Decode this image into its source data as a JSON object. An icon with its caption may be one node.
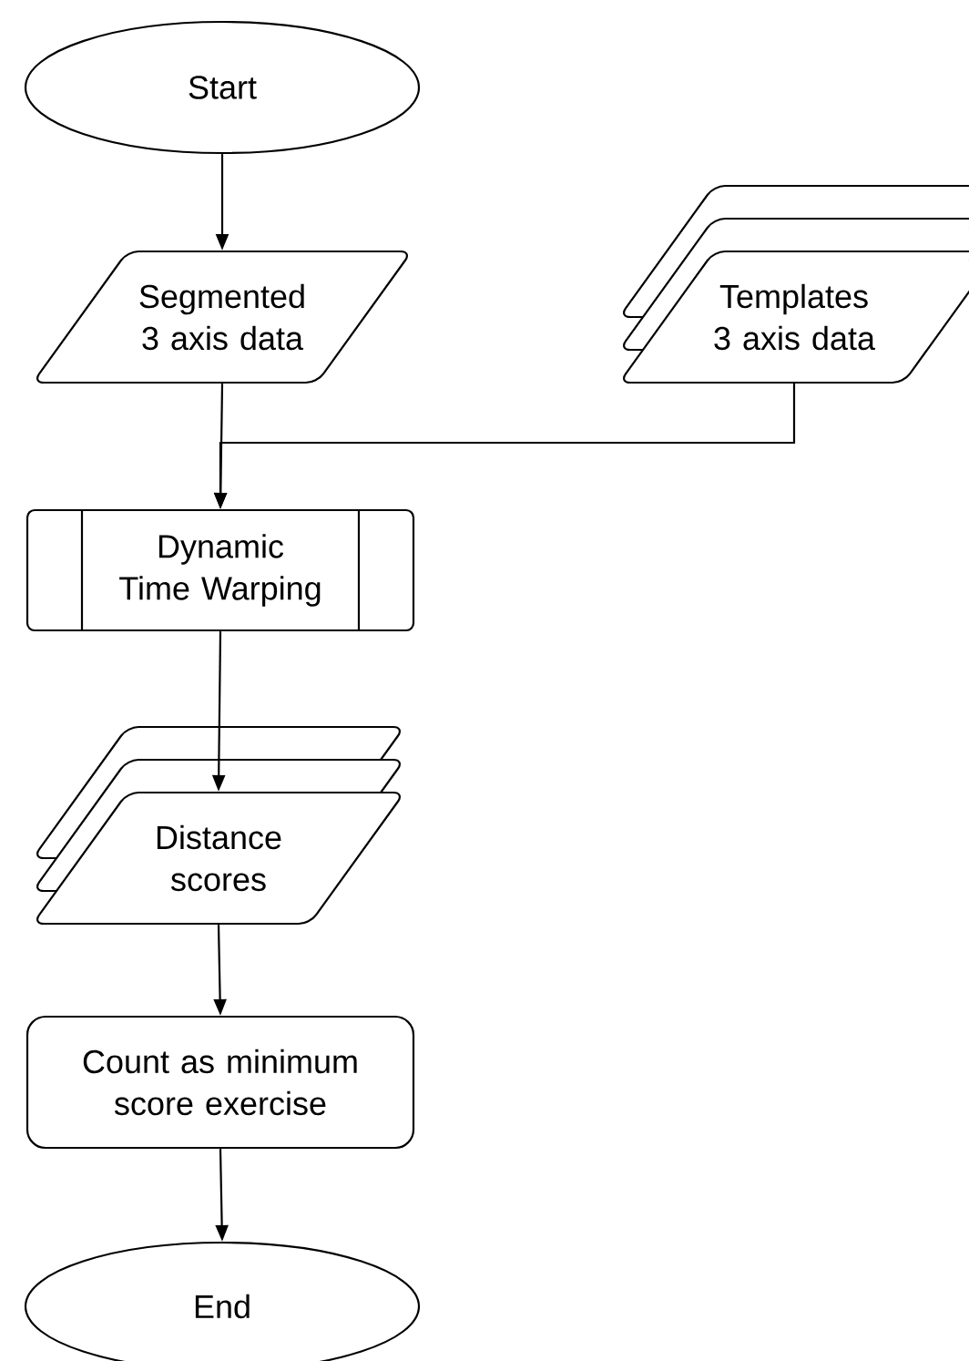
{
  "diagram": {
    "nodes": [
      {
        "text": [
          "Start"
        ]
      },
      {
        "text": [
          "Segmented 3 axis data"
        ]
      },
      {
        "text": [
          "Templates 3 axis data"
        ]
      },
      {
        "text": [
          "Dynamic Time Warping"
        ]
      },
      {
        "text": [
          "Distance scores"
        ]
      },
      {
        "text": [
          "Count as minimum score exercise"
        ]
      },
      {
        "text": [
          "End"
        ]
      }
    ],
    "edges": [
      {
        "from": 0,
        "to": 1,
        "arrow": "to"
      },
      {
        "from": 1,
        "to": 3,
        "arrow": "to"
      },
      {
        "from": 2,
        "to": 3,
        "arrow": "to"
      },
      {
        "from": 3,
        "to": 4,
        "arrow": "to"
      },
      {
        "from": 4,
        "to": 5,
        "arrow": "to"
      },
      {
        "from": 5,
        "to": 6,
        "arrow": "to"
      }
    ]
  }
}
